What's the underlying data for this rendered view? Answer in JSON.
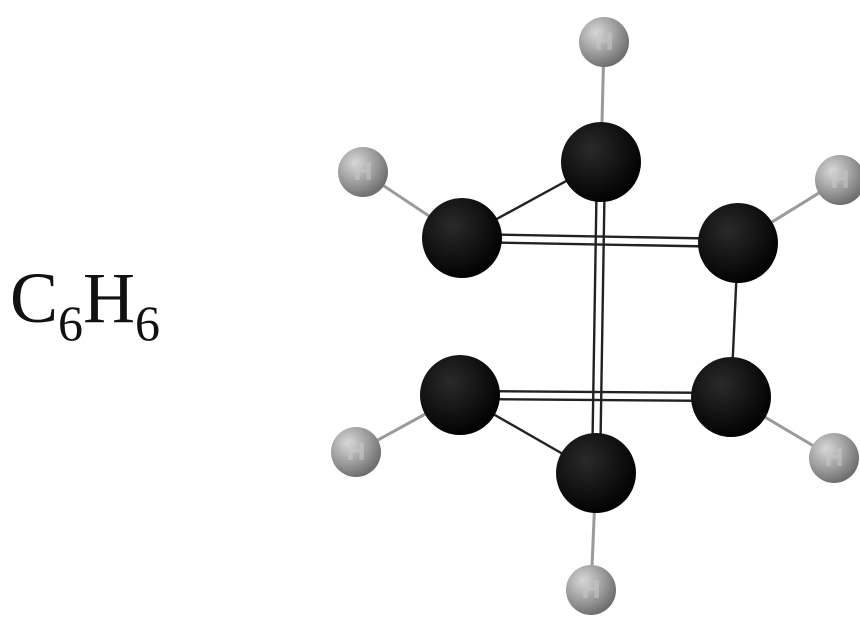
{
  "formula": {
    "element_1": "C",
    "count_1": "6",
    "element_2": "H",
    "count_2": "6"
  },
  "molecule": {
    "carbon_color": "#0a0a0a",
    "hydrogen_color": "#9a9a9a",
    "hydrogen_label": "H",
    "bond_color": "#222222",
    "atoms": [
      {
        "id": "C1",
        "element": "C"
      },
      {
        "id": "C2",
        "element": "C"
      },
      {
        "id": "C3",
        "element": "C"
      },
      {
        "id": "C4",
        "element": "C"
      },
      {
        "id": "C5",
        "element": "C"
      },
      {
        "id": "C6",
        "element": "C"
      },
      {
        "id": "H1",
        "element": "H"
      },
      {
        "id": "H2",
        "element": "H"
      },
      {
        "id": "H3",
        "element": "H"
      },
      {
        "id": "H4",
        "element": "H"
      },
      {
        "id": "H5",
        "element": "H"
      },
      {
        "id": "H6",
        "element": "H"
      }
    ],
    "bonds": [
      {
        "from": "C1",
        "to": "C2",
        "order": 1
      },
      {
        "from": "C2",
        "to": "C3",
        "order": 2
      },
      {
        "from": "C3",
        "to": "C4",
        "order": 1
      },
      {
        "from": "C4",
        "to": "C5",
        "order": 2
      },
      {
        "from": "C5",
        "to": "C6",
        "order": 1
      },
      {
        "from": "C6",
        "to": "C1",
        "order": 2
      },
      {
        "from": "C1",
        "to": "H1",
        "order": 1
      },
      {
        "from": "C2",
        "to": "H2",
        "order": 1
      },
      {
        "from": "C3",
        "to": "H3",
        "order": 1
      },
      {
        "from": "C4",
        "to": "H4",
        "order": 1
      },
      {
        "from": "C5",
        "to": "H5",
        "order": 1
      },
      {
        "from": "C6",
        "to": "H6",
        "order": 1
      }
    ]
  }
}
